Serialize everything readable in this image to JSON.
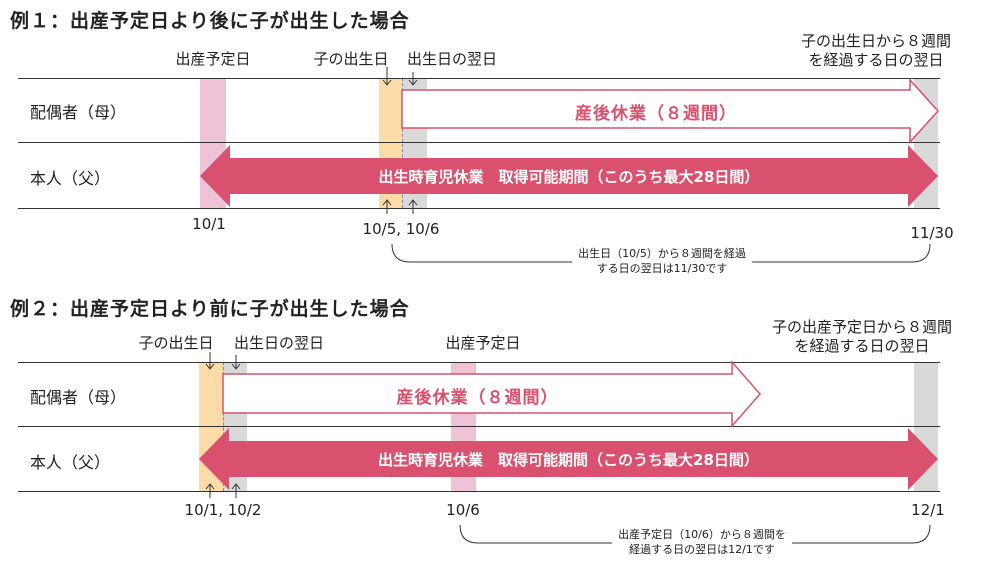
{
  "ex1": {
    "title": "例１：出産予定日より後に子が出生した場合",
    "due_date_label": "出産予定日",
    "birth_label": "子の出生日",
    "day_after_label": "出生日の翌日",
    "end_label_line1": "子の出生日から８週間",
    "end_label_line2": "を経過する日の翌日",
    "row_mother": "配偶者（母）",
    "row_father": "本人（父）",
    "postpartum_leave": "産後休業（８週間）",
    "paternity_leave": "出生時育児休業　取得可能期間（このうち最大28日間）",
    "date_due": "10/1",
    "date_birth": "10/5, 10/6",
    "date_end": "11/30",
    "note_line1": "出生日（10/5）から８週間を経過",
    "note_line2": "する日の翌日は11/30です"
  },
  "ex2": {
    "title": "例２：出産予定日より前に子が出生した場合",
    "birth_label": "子の出生日",
    "day_after_label": "出生日の翌日",
    "due_date_label": "出産予定日",
    "end_label_line1": "子の出産予定日から８週間",
    "end_label_line2": "を経過する日の翌日",
    "row_mother": "配偶者（母）",
    "row_father": "本人（父）",
    "postpartum_leave": "産後休業（８週間）",
    "paternity_leave": "出生時育児休業　取得可能期間（このうち最大28日間）",
    "date_birth": "10/1, 10/2",
    "date_due": "10/6",
    "date_end": "12/1",
    "note_line1": "出産予定日（10/6）から８週間を",
    "note_line2": "経過する日の翌日は12/1です"
  },
  "colors": {
    "pink_col": "#efc3d6",
    "orange_col": "#fbdca8",
    "gray_col": "#d9d9d9",
    "accent": "#d9516e",
    "accent_text": "#d9516e"
  }
}
